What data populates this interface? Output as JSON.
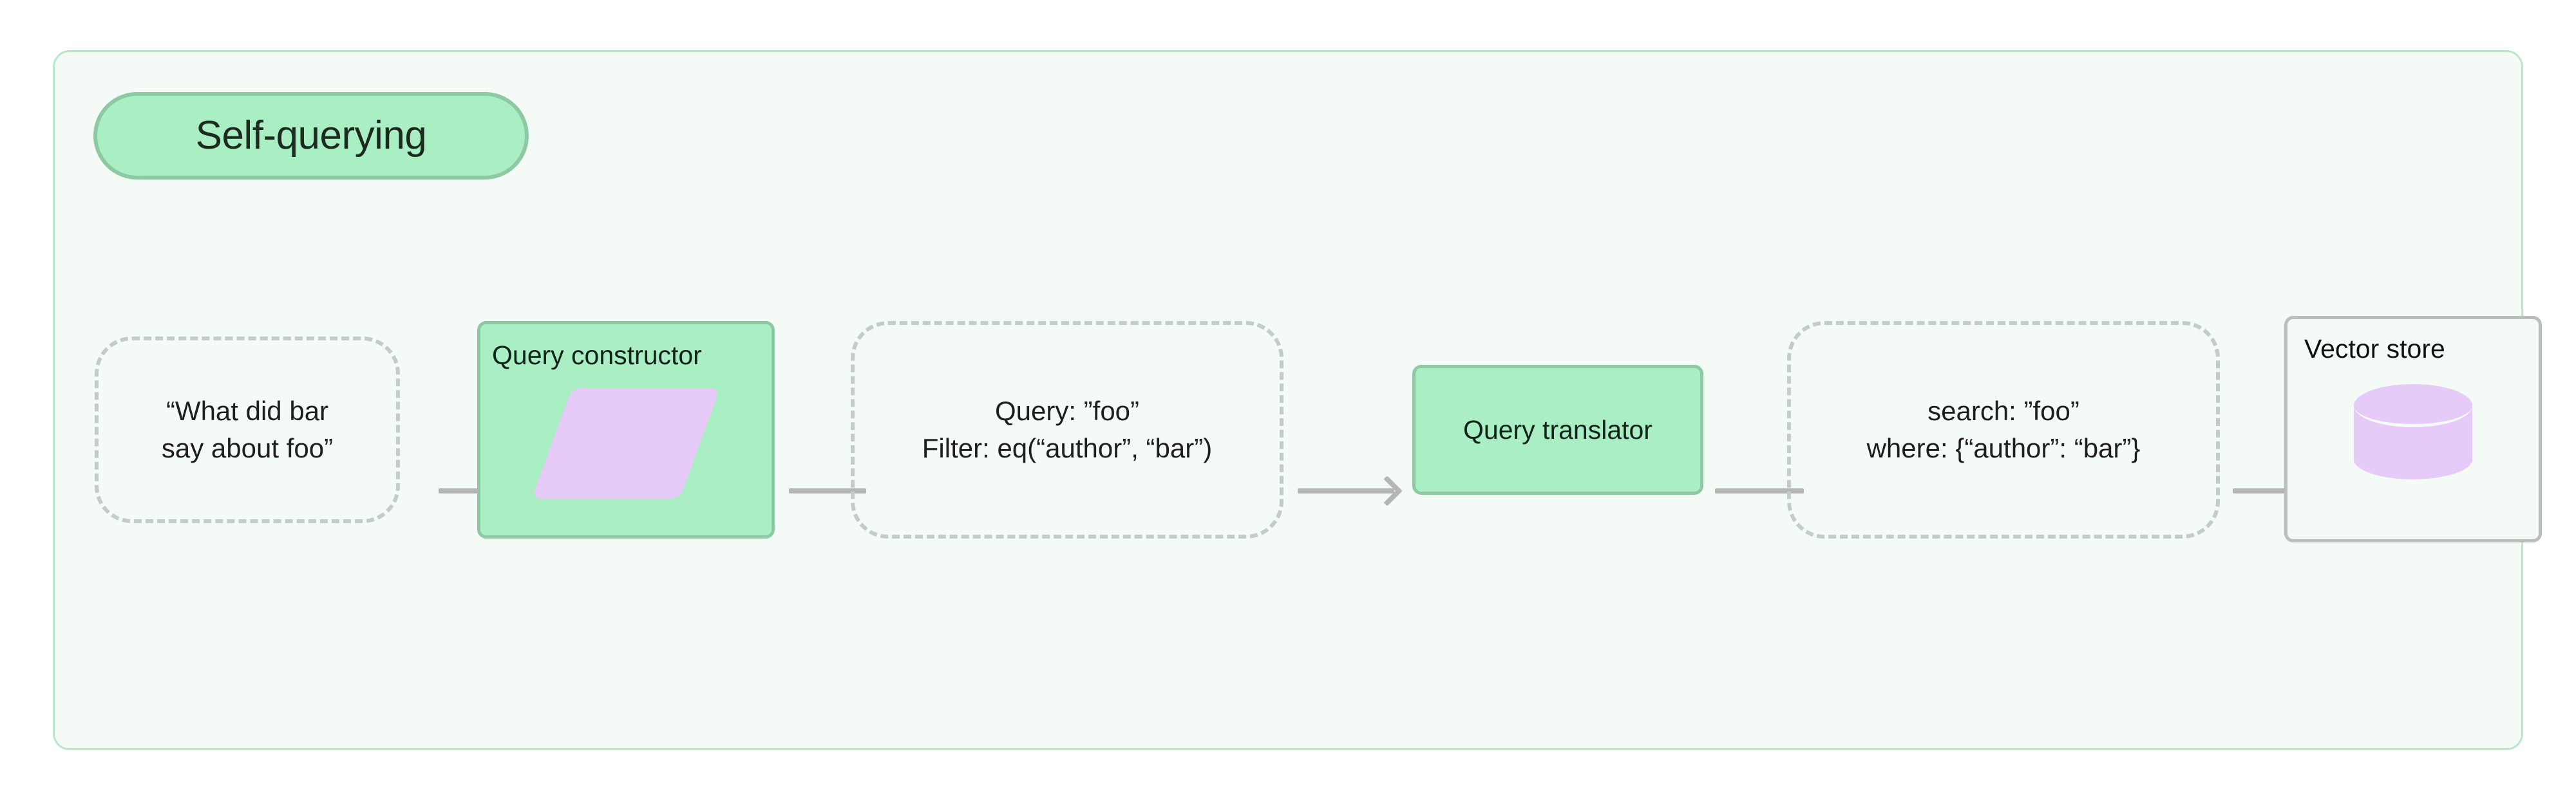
{
  "diagram": {
    "subgraph_title": "Self-querying",
    "colors": {
      "container_bg": "#f4fbf6",
      "container_border": "#b9e7c6",
      "green_node_bg": "#aaeec3",
      "green_node_border": "#8dc9a3",
      "purple_icon": "#e6caf8",
      "dashed_border": "#c3ccc7",
      "edge": "#b6b6b6",
      "store_border": "#b9bfbc",
      "text": "#1e1e1e"
    },
    "nodes": [
      {
        "id": "user-query",
        "kind": "dashed-data",
        "text": "“What did bar\nsay about foo”"
      },
      {
        "id": "query-constructor",
        "kind": "green-process",
        "title": "Query constructor",
        "icon": "parallelogram-icon"
      },
      {
        "id": "query-filter",
        "kind": "dashed-data",
        "text": "Query: ”foo”\nFilter: eq(“author”, “bar”)"
      },
      {
        "id": "query-translator",
        "kind": "green-process",
        "title": "Query translator"
      },
      {
        "id": "search-where",
        "kind": "dashed-data",
        "text": "search: ”foo”\nwhere: {“author”: “bar”}"
      },
      {
        "id": "vector-store",
        "kind": "store",
        "title": "Vector store",
        "icon": "database-cylinder-icon"
      }
    ],
    "edges": [
      {
        "id": "edge-1",
        "from": "user-query",
        "to": "query-constructor",
        "arrowhead": true
      },
      {
        "id": "edge-2",
        "from": "query-constructor",
        "to": "query-filter",
        "arrowhead": false
      },
      {
        "id": "edge-3",
        "from": "query-filter",
        "to": "query-translator",
        "arrowhead": true
      },
      {
        "id": "edge-4",
        "from": "query-translator",
        "to": "search-where",
        "arrowhead": false
      },
      {
        "id": "edge-5",
        "from": "search-where",
        "to": "vector-store",
        "arrowhead": true
      }
    ]
  }
}
